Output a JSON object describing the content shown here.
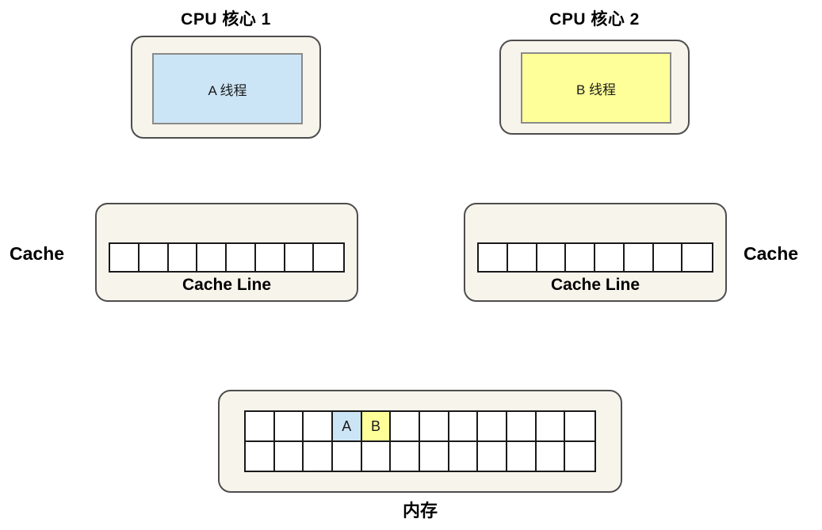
{
  "diagram": {
    "title": "CPU cache false sharing diagram",
    "colors": {
      "panel_fill": "#f7f4ec",
      "panel_border": "#4d4d4d",
      "thread_a_fill": "#cce5f6",
      "thread_b_fill": "#ffff99",
      "cell_border": "#1a1a1a",
      "cell_fill": "#ffffff",
      "text": "#000000"
    }
  },
  "cores": [
    {
      "title": "CPU 核心 1",
      "thread_label": "A 线程",
      "thread_color": "#cce5f6"
    },
    {
      "title": "CPU 核心 2",
      "thread_label": "B 线程",
      "thread_color": "#ffff99"
    }
  ],
  "caches": [
    {
      "side_label": "Cache",
      "side_label_position": "left",
      "cacheline_caption": "Cache Line",
      "cell_count": 8,
      "cells": [
        "",
        "",
        "",
        "",
        "",
        "",
        "",
        ""
      ]
    },
    {
      "side_label": "Cache",
      "side_label_position": "right",
      "cacheline_caption": "Cache Line",
      "cell_count": 8,
      "cells": [
        "",
        "",
        "",
        "",
        "",
        "",
        "",
        ""
      ]
    }
  ],
  "memory": {
    "caption": "内存",
    "columns": 12,
    "rows": [
      {
        "cells": [
          {
            "label": "",
            "color": "#ffffff"
          },
          {
            "label": "",
            "color": "#ffffff"
          },
          {
            "label": "",
            "color": "#ffffff"
          },
          {
            "label": "A",
            "color": "#cce5f6"
          },
          {
            "label": "B",
            "color": "#ffff99"
          },
          {
            "label": "",
            "color": "#ffffff"
          },
          {
            "label": "",
            "color": "#ffffff"
          },
          {
            "label": "",
            "color": "#ffffff"
          },
          {
            "label": "",
            "color": "#ffffff"
          },
          {
            "label": "",
            "color": "#ffffff"
          },
          {
            "label": "",
            "color": "#ffffff"
          },
          {
            "label": "",
            "color": "#ffffff"
          }
        ]
      },
      {
        "cells": [
          {
            "label": "",
            "color": "#ffffff"
          },
          {
            "label": "",
            "color": "#ffffff"
          },
          {
            "label": "",
            "color": "#ffffff"
          },
          {
            "label": "",
            "color": "#ffffff"
          },
          {
            "label": "",
            "color": "#ffffff"
          },
          {
            "label": "",
            "color": "#ffffff"
          },
          {
            "label": "",
            "color": "#ffffff"
          },
          {
            "label": "",
            "color": "#ffffff"
          },
          {
            "label": "",
            "color": "#ffffff"
          },
          {
            "label": "",
            "color": "#ffffff"
          },
          {
            "label": "",
            "color": "#ffffff"
          },
          {
            "label": "",
            "color": "#ffffff"
          }
        ]
      }
    ]
  }
}
